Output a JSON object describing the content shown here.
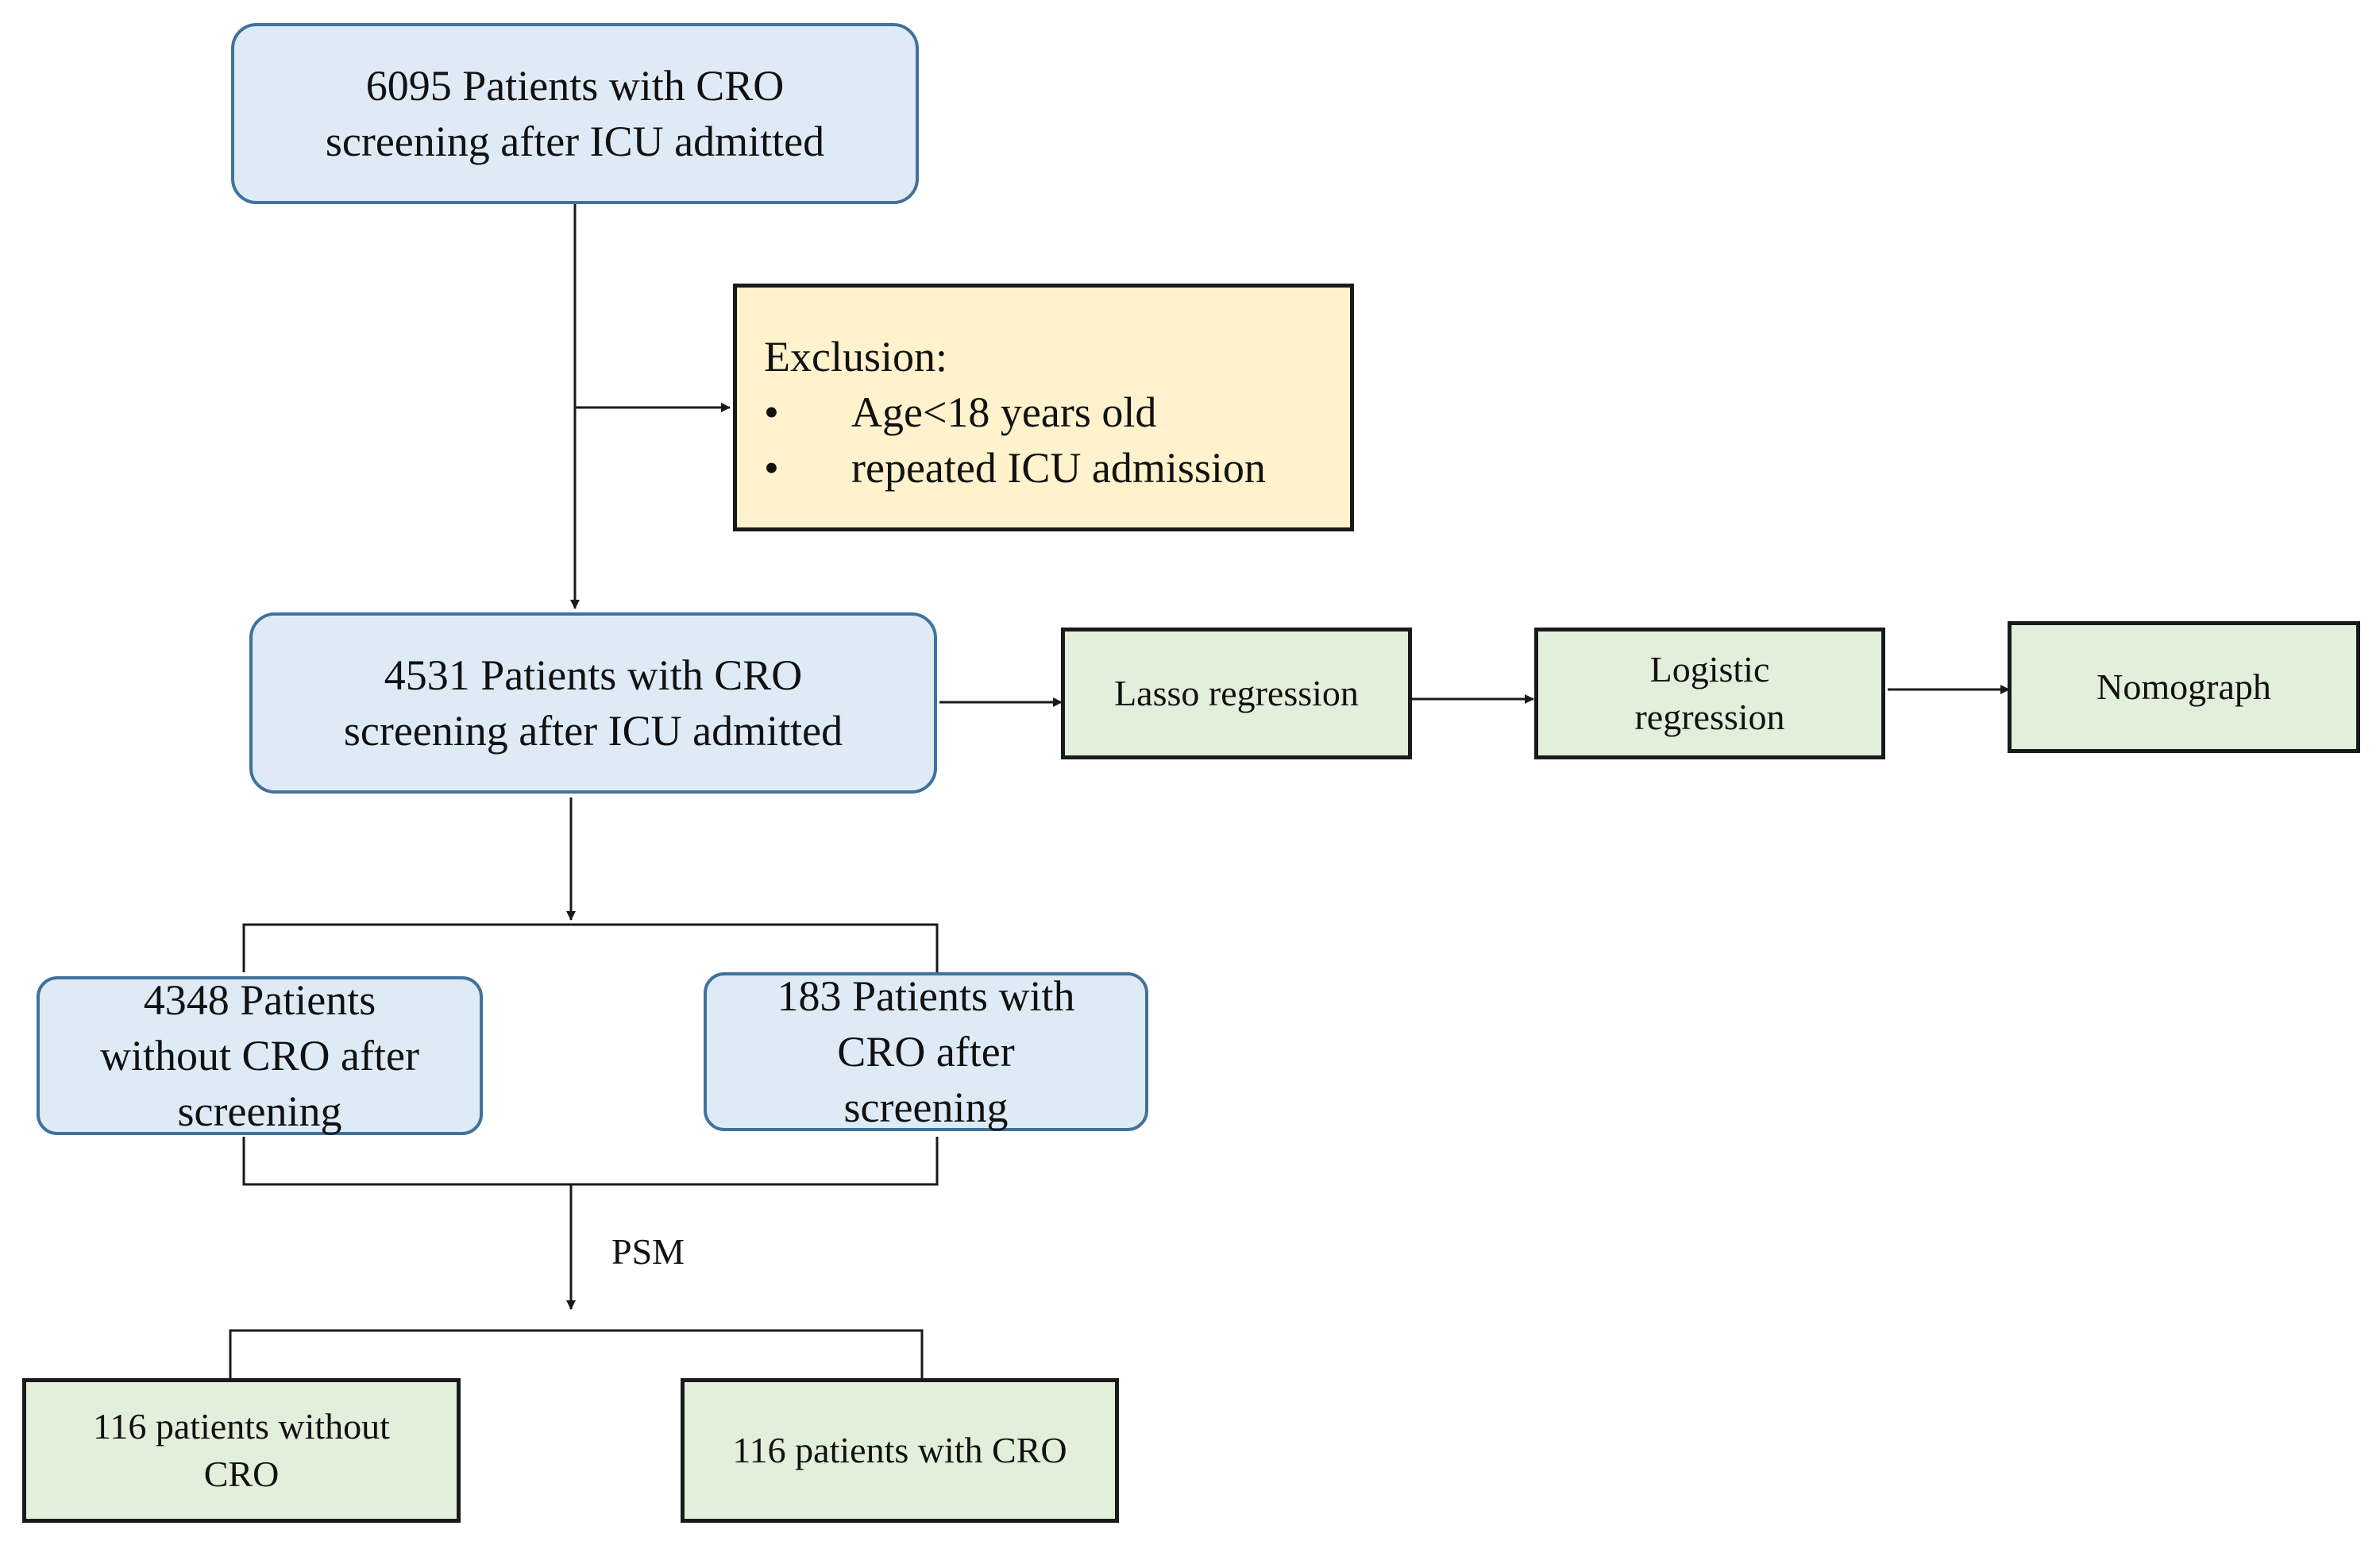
{
  "nodes": {
    "start": {
      "line1": "6095 Patients with CRO",
      "line2": "screening after ICU admitted"
    },
    "exclusion": {
      "title": "Exclusion:",
      "bullet": "•",
      "items": [
        "Age<18 years old",
        "repeated ICU admission"
      ]
    },
    "cohort": {
      "line1": "4531 Patients with CRO",
      "line2": "screening after ICU admitted"
    },
    "lasso": {
      "label": "Lasso regression"
    },
    "logistic": {
      "line1": "Logistic",
      "line2": "regression"
    },
    "nomograph": {
      "label": "Nomograph"
    },
    "without_cro": {
      "line1": "4348 Patients",
      "line2": "without CRO after",
      "line3": "screening"
    },
    "with_cro": {
      "line1": "183 Patients with",
      "line2": "CRO after",
      "line3": "screening"
    },
    "psm_label": "PSM",
    "matched_without": {
      "line1": "116 patients without",
      "line2": "CRO"
    },
    "matched_with": {
      "label": "116 patients with CRO"
    }
  },
  "colors": {
    "blue_fill": "#deebf7",
    "blue_border": "#41719c",
    "green_fill": "#e2efda",
    "yellow_fill": "#fff2cc",
    "line": "#1a1a1a"
  }
}
